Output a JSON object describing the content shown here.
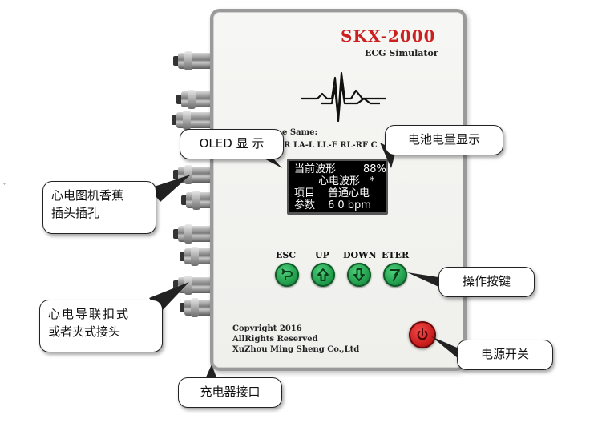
{
  "device": {
    "model": "SKX-2000",
    "subtitle": "ECG Simulator",
    "lead_caption": "e Same:",
    "lead_list": "-R LA-L LL-F RL-RF C",
    "copyright_line1": "Copyright 2016",
    "copyright_line2": "AllRights Reserved",
    "copyright_line3": "XuZhou Ming Sheng  Co.,Ltd",
    "accent_color": "#cc1f1f",
    "key_color": "#1f9a4a"
  },
  "oled": {
    "row1_label": "当前波形",
    "row1_value": "88%",
    "row2_label": "心电波形",
    "row2_mark": "*",
    "row3_label": "项目",
    "row3_value": "普通心电",
    "row4_label": "参数",
    "row4_value": "6 0 bpm"
  },
  "buttons": [
    {
      "label": "ESC",
      "icon": "return-arrow-icon"
    },
    {
      "label": "UP",
      "icon": "arrow-up-icon"
    },
    {
      "label": "DOWN",
      "icon": "arrow-down-icon"
    },
    {
      "label": "ETER",
      "icon": "enter-arrow-icon"
    }
  ],
  "power_icon": "power-icon",
  "callouts": {
    "oled": "OLED 显 示",
    "battery": "电池电量显示",
    "ecg_jack_line1": "心电图机香蕉",
    "ecg_jack_line2": "插头插孔",
    "lead_connector_line1": "心电导联扣式",
    "lead_connector_line2": "或者夹式接头",
    "keys": "操作按键",
    "power": "电源开关",
    "charger": "充电器接口"
  },
  "stray_mark": "˅"
}
